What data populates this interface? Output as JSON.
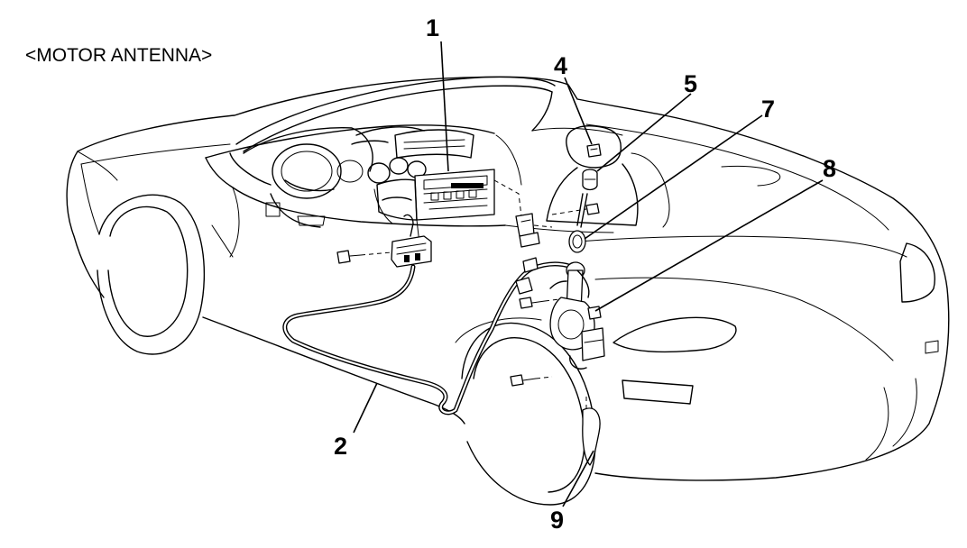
{
  "title": "<MOTOR ANTENNA>",
  "callouts": [
    "1",
    "2",
    "4",
    "5",
    "7",
    "8",
    "9"
  ]
}
